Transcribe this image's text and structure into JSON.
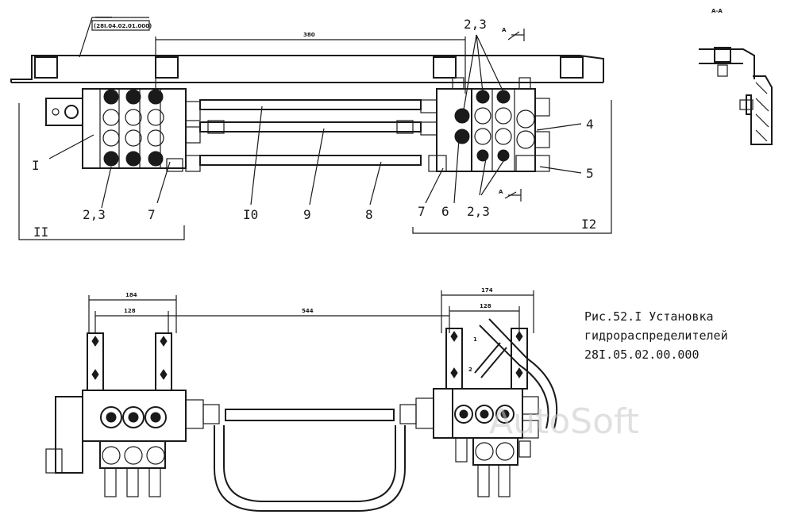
{
  "caption": {
    "line1": "Рис.52.I  Установка",
    "line2": "гидрораспределителей",
    "line3": "28I.05.02.00.000"
  },
  "watermark": "AutoSoft",
  "section_mark": "A-A",
  "top_view": {
    "callout_note": "(28I.04.02.01.000)",
    "dimension": "380",
    "labels": {
      "I": "I",
      "II": "II",
      "I2": "I2",
      "pos_23_left": "2,3",
      "pos_7_left": "7",
      "pos_10": "I0",
      "pos_9": "9",
      "pos_8": "8",
      "pos_7_right": "7",
      "pos_6": "6",
      "pos_23_bottom_right": "2,3",
      "pos_23_top_right": "2,3",
      "pos_4": "4",
      "pos_5": "5",
      "arrow_A_top": "A",
      "arrow_A_bottom": "A"
    }
  },
  "bottom_view": {
    "dims": {
      "left_outer": "184",
      "left_inner": "128",
      "center": "544",
      "right_outer": "174",
      "right_inner": "128"
    },
    "hose_marks": {
      "m1": "1",
      "m2": "2"
    }
  }
}
